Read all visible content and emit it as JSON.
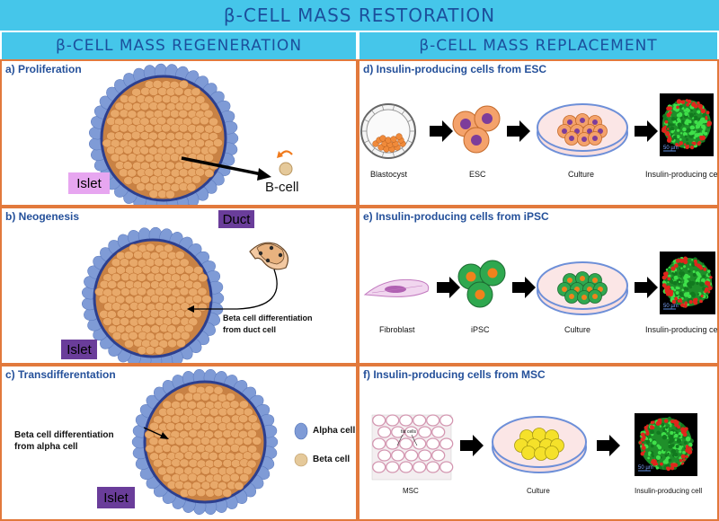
{
  "header": {
    "title": "β-CELL MASS RESTORATION",
    "left_section": "β-CELL MASS REGENERATION",
    "right_section": "β-CELL MASS REPLACEMENT"
  },
  "panels": {
    "a": {
      "title": "a) Proliferation",
      "islet_tag": "Islet",
      "cell_label": "B-cell"
    },
    "b": {
      "title": "b) Neogenesis",
      "islet_tag": "Islet",
      "duct_tag": "Duct",
      "caption_line1": "Beta cell differentiation",
      "caption_line2": "from duct cell"
    },
    "c": {
      "title": "c) Transdifferentation",
      "islet_tag": "Islet",
      "caption_line1": "Beta cell differentiation",
      "caption_line2": "from alpha cell",
      "legend_alpha": "Alpha cell",
      "legend_beta": "Beta cell"
    },
    "d": {
      "title": "d) Insulin-producing cells from ESC",
      "steps": [
        "Blastocyst",
        "ESC",
        "Culture",
        "Insulin-producing cell"
      ],
      "scale": "50 µm"
    },
    "e": {
      "title": "e) Insulin-producing cells from iPSC",
      "steps": [
        "Fibroblast",
        "iPSC",
        "Culture",
        "Insulin-producing cell"
      ],
      "scale": "50 µm"
    },
    "f": {
      "title": "f) Insulin-producing cells from MSC",
      "steps": [
        "MSC",
        "Culture",
        "Insulin-producing cell"
      ],
      "scale": "50 µm",
      "micro_label": "fat cells"
    }
  },
  "colors": {
    "banner": "#45c6ea",
    "banner_text": "#1c4f9c",
    "panel_border": "#e2793c",
    "title_text": "#24509a",
    "beta_cell": "#e8a96a",
    "alpha_cell": "#7f9bd6",
    "islet_tag_pink": "#e7a6f0",
    "tag_purple": "#6a3d9a",
    "esc_orange": "#f4a26b",
    "ipsc_green": "#2fa84f",
    "msc_yellow": "#f5e12a",
    "dish_blue": "#6d8fd8"
  },
  "icons": [
    "islet-illustration",
    "arrow-icon",
    "blastocyst-icon",
    "petri-dish-icon",
    "fluorescence-micrograph",
    "fibroblast-icon",
    "duct-icon"
  ]
}
